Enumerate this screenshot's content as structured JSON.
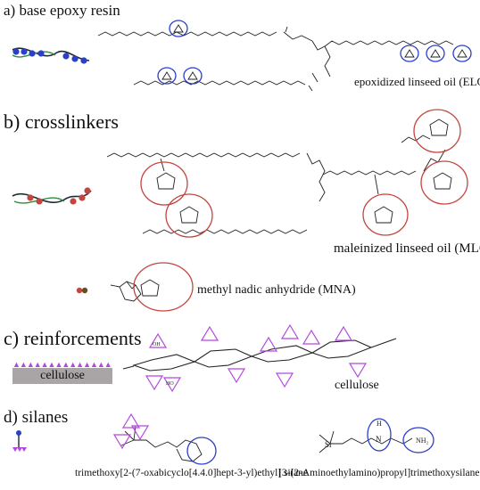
{
  "sections": {
    "base_resin": {
      "heading": "a) base epoxy resin",
      "molecule_label": "epoxidized linseed oil (ELO)"
    },
    "crosslinkers": {
      "heading": "b) crosslinkers",
      "mlo_label": "maleinized linseed oil (MLO)",
      "mna_label": "methyl nadic anhydride (MNA)"
    },
    "reinforcements": {
      "heading": "c) reinforcements",
      "strip_label": "cellulose",
      "chain_label": "cellulose",
      "hydroxyl_label": "OH",
      "hydroxyl_label_alt": "HO"
    },
    "silanes": {
      "heading": "d) silanes",
      "silane_1_label": "trimethoxy[2-(7-oxabicyclo[4.4.0]hept-3-yl)ethyl] silane",
      "silane_2_label": "[3-(2-Aminoethylamino)propyl]trimethoxysilane",
      "silicon_symbol": "Si",
      "amine_symbol": "N",
      "hydrogen_symbol": "H",
      "amine_end_symbol": "NH₂"
    }
  },
  "colors": {
    "epoxy_marker": "#2b3fc9",
    "anhydride_marker": "#c3463e",
    "cellulose_marker": "#b347e0",
    "chain": "#1f2a33",
    "chain_accent": "#2e8a3e",
    "strip": "#a9a4a5"
  },
  "icons": {
    "epoxy_resin": "chain-with-blue-beads-icon",
    "crosslinker": "chain-with-red-beads-icon",
    "mna": "red-dot-pair-icon",
    "silane": "silane-tripod-icon"
  }
}
